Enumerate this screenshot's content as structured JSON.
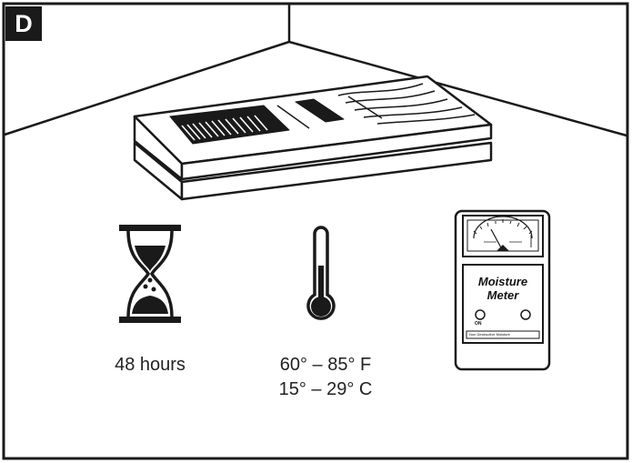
{
  "step": {
    "label": "D"
  },
  "acclimation": {
    "time": {
      "icon": "hourglass-icon",
      "label": "48 hours"
    },
    "temperature": {
      "icon": "thermometer-icon",
      "fahrenheit": "60° – 85° F",
      "celsius": "15° – 29° C"
    },
    "meter": {
      "icon": "moisture-meter-icon",
      "title_line1": "Moisture",
      "title_line2": "Meter",
      "switch_label": "ON",
      "strip_label": "Non Destructive Moisture"
    }
  }
}
